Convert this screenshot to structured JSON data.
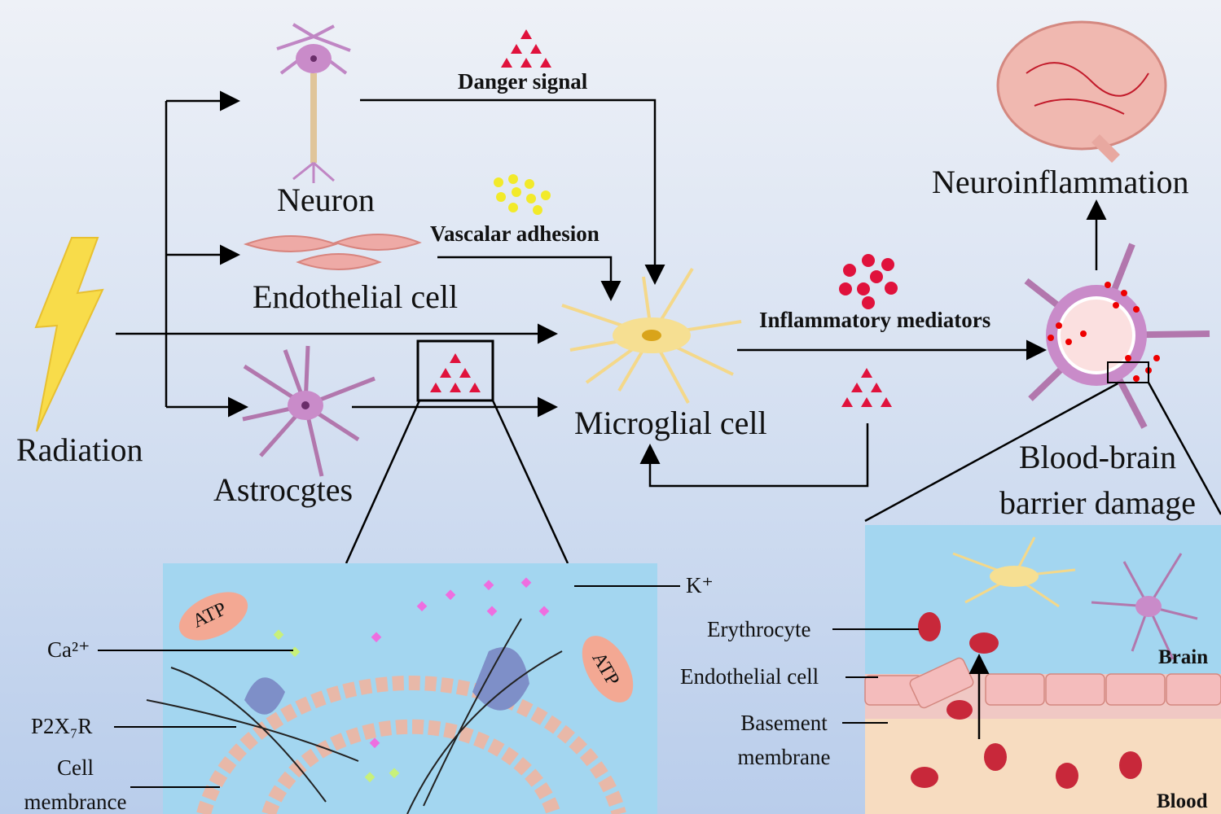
{
  "labels": {
    "radiation": "Radiation",
    "neuron": "Neuron",
    "endothelial_cell": "Endothelial cell",
    "astrocytes": "Astrocgtes",
    "microglial_cell": "Microglial cell",
    "danger_signal": "Danger signal",
    "vascular_adhesion": "Vascalar adhesion",
    "inflammatory_mediators": "Inflammatory mediators",
    "neuroinflammation": "Neuroinflammation",
    "bbb_damage_line1": "Blood-brain",
    "bbb_damage_line2": "barrier damage"
  },
  "membrane_panel": {
    "k_plus": "K⁺",
    "ca2_plus": "Ca²⁺",
    "p2x7r": "P2X₇R",
    "cell_membrane_line1": "Cell",
    "cell_membrane_line2": "membrance",
    "atp_left": "ATP",
    "atp_right": "ATP"
  },
  "bbb_panel": {
    "erythrocyte": "Erythrocyte",
    "endothelial_cell": "Endothelial cell",
    "basement_line1": "Basement",
    "basement_line2": "membrane",
    "brain": "Brain",
    "blood": "Blood"
  },
  "colors": {
    "danger": "#e0123c",
    "adhesion": "#f2ea2a",
    "microglia": "#f4d88a",
    "astrocyte": "#b277ad",
    "panel": "#a3d6f0",
    "lightning": "#f8dc4a"
  }
}
